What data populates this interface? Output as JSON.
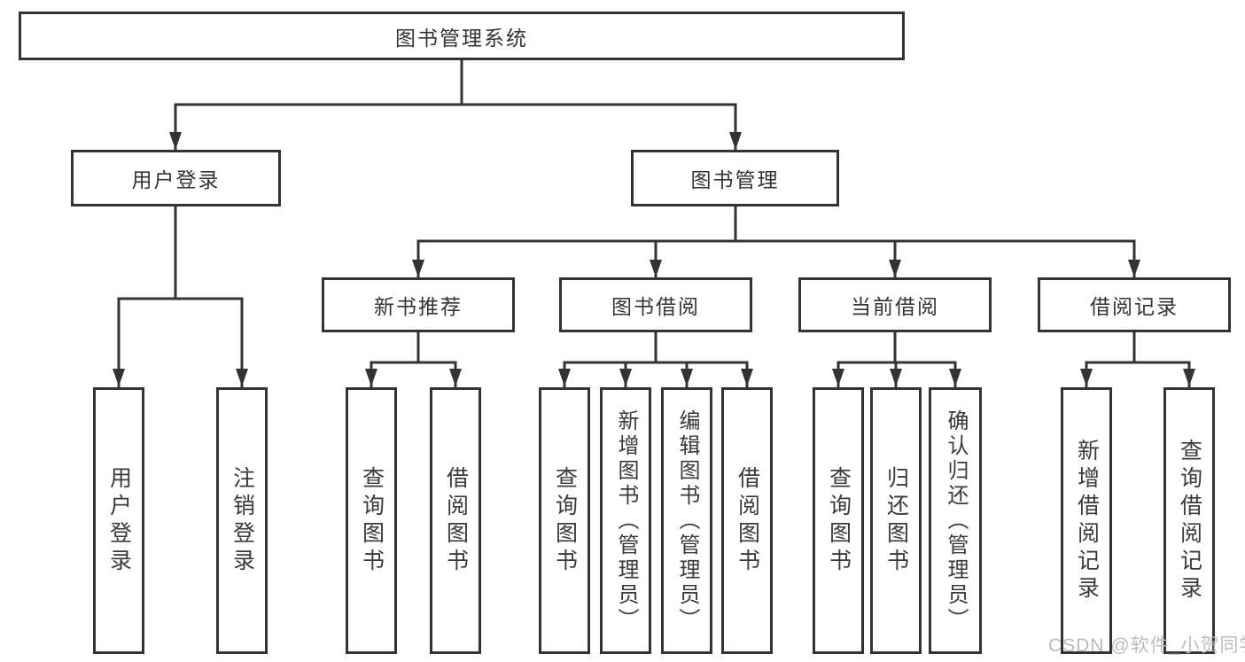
{
  "watermark": "CSDN @软件_小贺同学",
  "colors": {
    "line": "#333333",
    "box_border": "#333333",
    "text": "#333333",
    "watermark": "#bcbcbc",
    "background": "#ffffff"
  },
  "tree": {
    "label": "图书管理系统",
    "children": [
      {
        "label": "用户登录",
        "children": [
          {
            "label": "用户登录"
          },
          {
            "label": "注销登录"
          }
        ]
      },
      {
        "label": "图书管理",
        "children": [
          {
            "label": "新书推荐",
            "children": [
              {
                "label": "查询图书"
              },
              {
                "label": "借阅图书"
              }
            ]
          },
          {
            "label": "图书借阅",
            "children": [
              {
                "label": "查询图书"
              },
              {
                "label": "新增图书（管理员）"
              },
              {
                "label": "编辑图书（管理员）"
              },
              {
                "label": "借阅图书"
              }
            ]
          },
          {
            "label": "当前借阅",
            "children": [
              {
                "label": "查询图书"
              },
              {
                "label": "归还图书"
              },
              {
                "label": "确认归还（管理员）"
              }
            ]
          },
          {
            "label": "借阅记录",
            "children": [
              {
                "label": "新增借阅记录"
              },
              {
                "label": "查询借阅记录"
              }
            ]
          }
        ]
      }
    ]
  }
}
